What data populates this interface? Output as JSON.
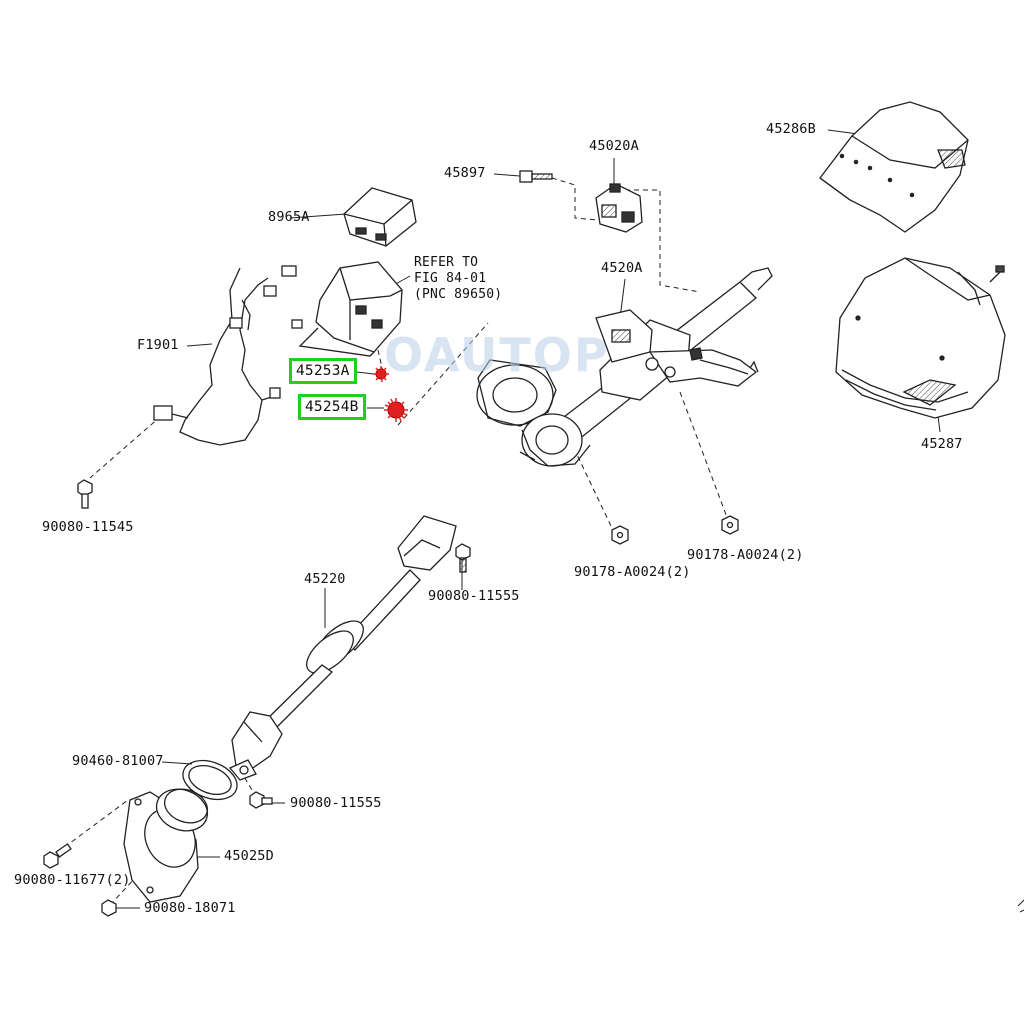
{
  "watermark": "OAUTOP",
  "labels": {
    "p45286B": "45286B",
    "p45020A": "45020A",
    "p45897": "45897",
    "p8965A": "8965A",
    "refer_line1": "REFER TO",
    "refer_line2": "FIG 84-01",
    "refer_line3": "(PNC 89650)",
    "p4520A": "4520A",
    "pF1901": "F1901",
    "p45253A": "45253A",
    "p45254B": "45254B",
    "p45287": "45287",
    "p90080_11545": "90080-11545",
    "p90178_left": "90178-A0024(2)",
    "p90178_right": "90178-A0024(2)",
    "p45220": "45220",
    "p90080_11555_top": "90080-11555",
    "p90460_81007": "90460-81007",
    "p90080_11555_bottom": "90080-11555",
    "p45025D": "45025D",
    "p90080_11677": "90080-11677(2)",
    "p90080_18071": "90080-18071"
  },
  "colors": {
    "highlight_box": "#1fd11f",
    "highlight_part": "#e02020",
    "line": "#222222",
    "watermark": "#b9cfe6"
  }
}
